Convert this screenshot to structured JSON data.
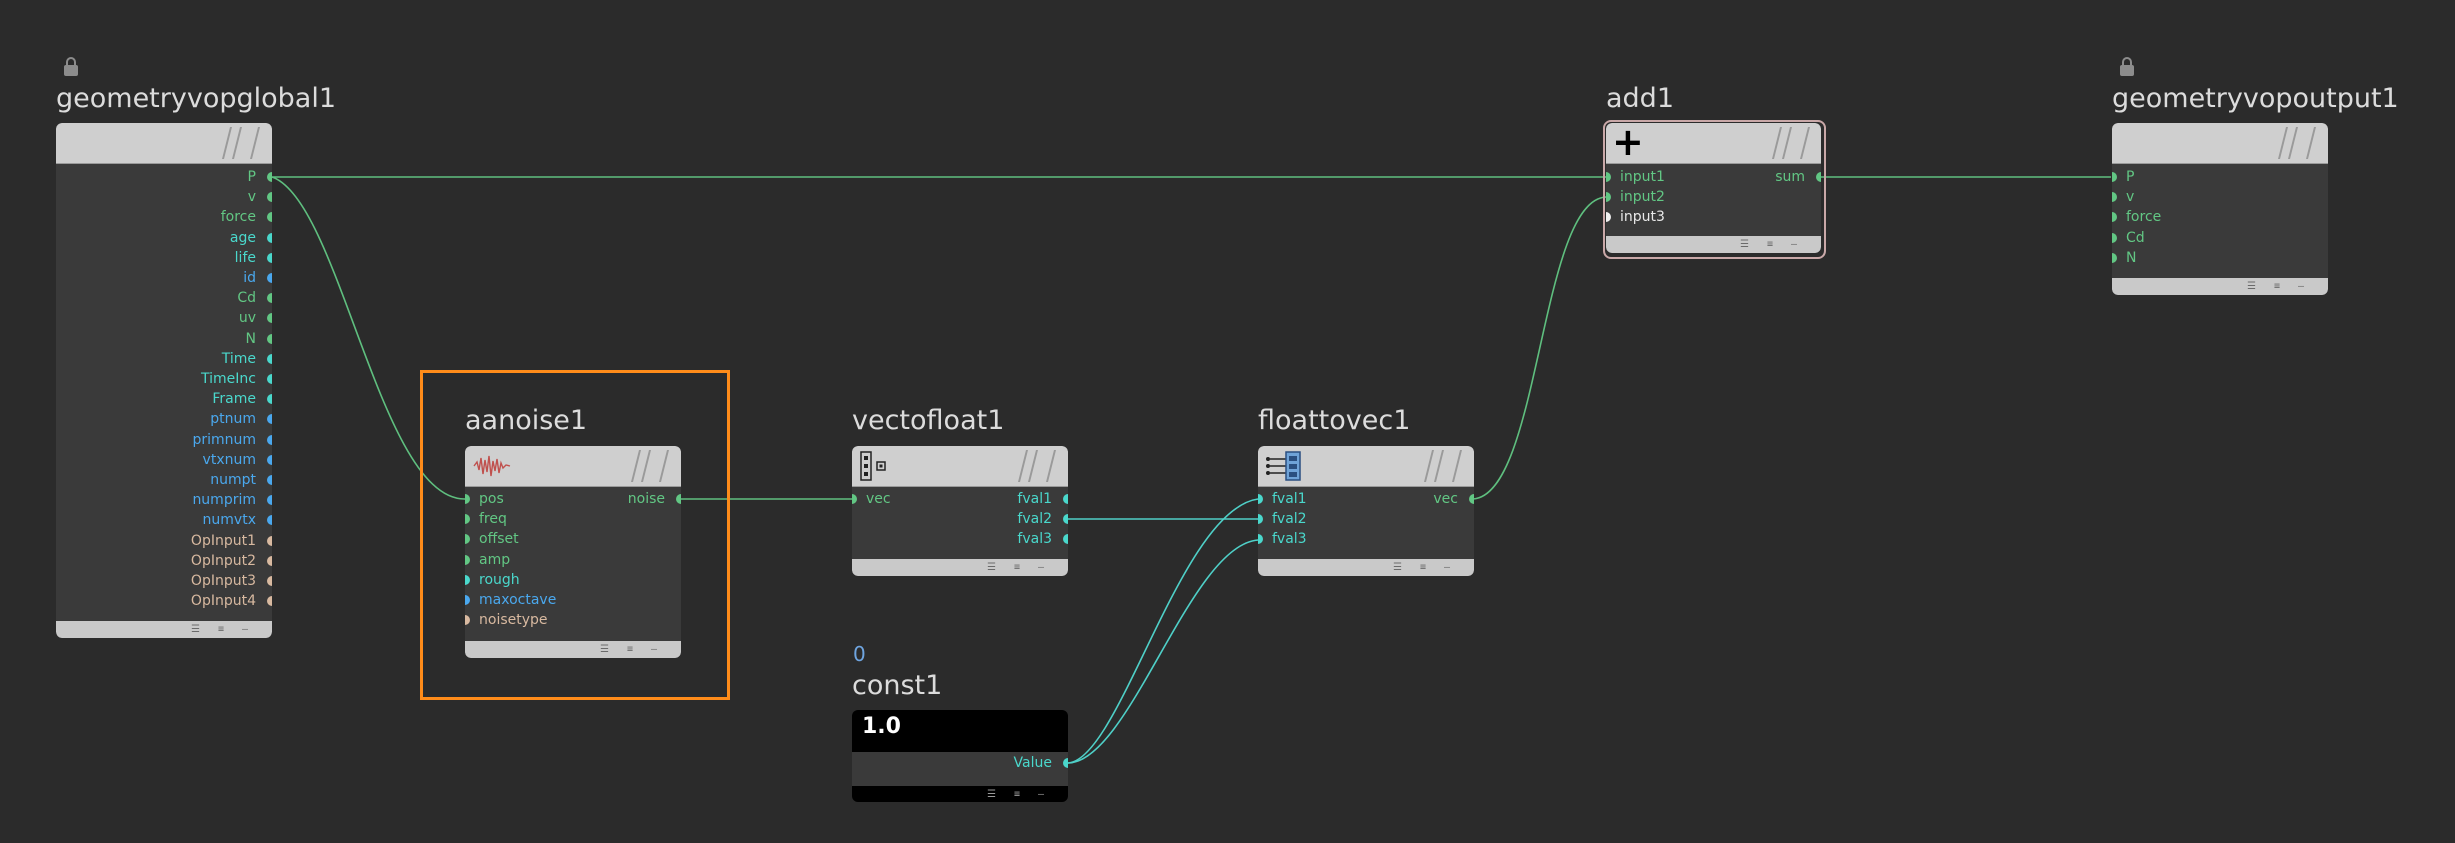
{
  "colors": {
    "background": "#2b2b2b",
    "wire": "#5fbf7f",
    "wire_cyan": "#4fd0c8",
    "port_green": "#62c784",
    "port_cyan": "#4ad8cc",
    "port_blue": "#4aa8ee",
    "port_tan": "#d8b9a0",
    "port_white": "#f0f0f0",
    "selection": "#ff8c1a",
    "label_green": "#62c784",
    "label_cyan": "#4ad8cc",
    "label_blue": "#4aa8ee",
    "label_tan": "#d8b9a0",
    "label_white": "#e8e8e8"
  },
  "nodes": {
    "global": {
      "title": "geometryvopglobal1",
      "locked": true,
      "outputs": [
        {
          "label": "P",
          "color": "green"
        },
        {
          "label": "v",
          "color": "green"
        },
        {
          "label": "force",
          "color": "green"
        },
        {
          "label": "age",
          "color": "cyan"
        },
        {
          "label": "life",
          "color": "cyan"
        },
        {
          "label": "id",
          "color": "blue"
        },
        {
          "label": "Cd",
          "color": "green"
        },
        {
          "label": "uv",
          "color": "green"
        },
        {
          "label": "N",
          "color": "green"
        },
        {
          "label": "Time",
          "color": "cyan"
        },
        {
          "label": "TimeInc",
          "color": "cyan"
        },
        {
          "label": "Frame",
          "color": "cyan"
        },
        {
          "label": "ptnum",
          "color": "blue"
        },
        {
          "label": "primnum",
          "color": "blue"
        },
        {
          "label": "vtxnum",
          "color": "blue"
        },
        {
          "label": "numpt",
          "color": "blue"
        },
        {
          "label": "numprim",
          "color": "blue"
        },
        {
          "label": "numvtx",
          "color": "blue"
        },
        {
          "label": "OpInput1",
          "color": "tan"
        },
        {
          "label": "OpInput2",
          "color": "tan"
        },
        {
          "label": "OpInput3",
          "color": "tan"
        },
        {
          "label": "OpInput4",
          "color": "tan"
        }
      ]
    },
    "aanoise": {
      "title": "aanoise1",
      "icon": "noise-wave-icon",
      "inputs": [
        {
          "label": "pos",
          "color": "green"
        },
        {
          "label": "freq",
          "color": "green"
        },
        {
          "label": "offset",
          "color": "green"
        },
        {
          "label": "amp",
          "color": "green"
        },
        {
          "label": "rough",
          "color": "cyan"
        },
        {
          "label": "maxoctave",
          "color": "blue"
        },
        {
          "label": "noisetype",
          "color": "tan"
        }
      ],
      "outputs": [
        {
          "label": "noise",
          "color": "green"
        }
      ]
    },
    "vectofloat": {
      "title": "vectofloat1",
      "icon": "vector-split-icon",
      "inputs": [
        {
          "label": "vec",
          "color": "green"
        }
      ],
      "outputs": [
        {
          "label": "fval1",
          "color": "cyan"
        },
        {
          "label": "fval2",
          "color": "cyan"
        },
        {
          "label": "fval3",
          "color": "cyan"
        }
      ]
    },
    "floattovec": {
      "title": "floattovec1",
      "icon": "vector-merge-icon",
      "inputs": [
        {
          "label": "fval1",
          "color": "cyan"
        },
        {
          "label": "fval2",
          "color": "cyan"
        },
        {
          "label": "fval3",
          "color": "cyan"
        }
      ],
      "outputs": [
        {
          "label": "vec",
          "color": "green"
        }
      ]
    },
    "const": {
      "title": "const1",
      "badge": "0",
      "value_display": "1.0",
      "outputs": [
        {
          "label": "Value",
          "color": "cyan"
        }
      ]
    },
    "add": {
      "title": "add1",
      "icon": "plus-icon",
      "inputs": [
        {
          "label": "input1",
          "color": "green"
        },
        {
          "label": "input2",
          "color": "green"
        },
        {
          "label": "input3",
          "color": "white"
        }
      ],
      "outputs": [
        {
          "label": "sum",
          "color": "green"
        }
      ]
    },
    "output": {
      "title": "geometryvopoutput1",
      "locked": true,
      "inputs": [
        {
          "label": "P",
          "color": "green"
        },
        {
          "label": "v",
          "color": "green"
        },
        {
          "label": "force",
          "color": "green"
        },
        {
          "label": "Cd",
          "color": "green"
        },
        {
          "label": "N",
          "color": "green"
        }
      ]
    }
  },
  "footer_icons": [
    "menu-icon",
    "equals-icon",
    "minus-icon"
  ]
}
